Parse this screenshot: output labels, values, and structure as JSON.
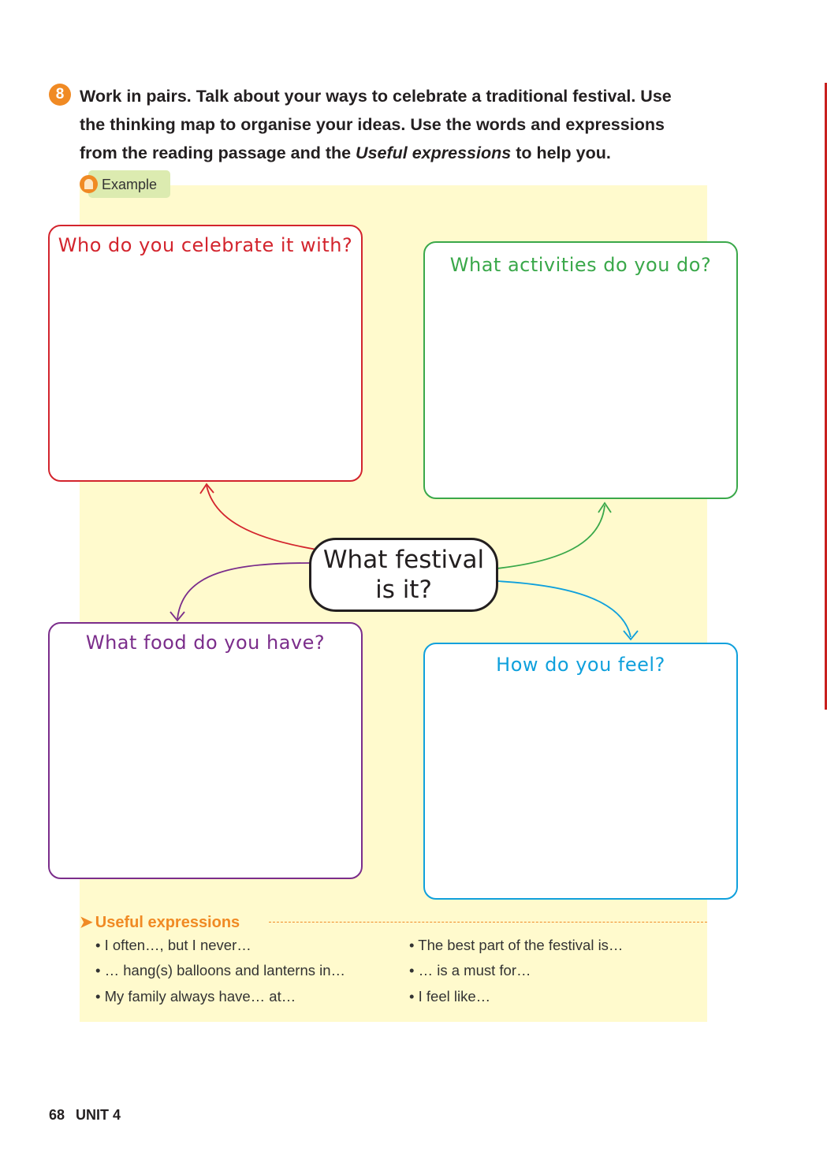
{
  "task": {
    "number": "8",
    "line1": "Work in pairs. Talk about your ways to celebrate a traditional festival. Use",
    "line2": "the thinking map to organise your ideas. Use the words and expressions",
    "line3_pre": "from the reading passage and the ",
    "line3_italic": "Useful expressions",
    "line3_post": " to help you."
  },
  "example": {
    "label": "Example"
  },
  "map": {
    "center": {
      "line1": "What festival",
      "line2": "is it?"
    },
    "top_left": {
      "question": "Who do you celebrate it with?",
      "color": "#d3242d"
    },
    "top_right": {
      "question": "What activities do you do?",
      "color": "#3aa84a"
    },
    "bottom_left": {
      "question": "What food do you have?",
      "color": "#7b2d8b"
    },
    "bottom_right": {
      "question": "How do you feel?",
      "color": "#0fa0dc"
    }
  },
  "useful_expressions": {
    "title": "Useful expressions",
    "left": [
      "• I often…, but I never…",
      "• … hang(s) balloons and lanterns in…",
      "• My family always have… at…"
    ],
    "right": [
      "• The best part of the festival is…",
      "• … is a must for…",
      "• I feel like…"
    ]
  },
  "footer": {
    "page": "68",
    "unit": "UNIT 4"
  }
}
